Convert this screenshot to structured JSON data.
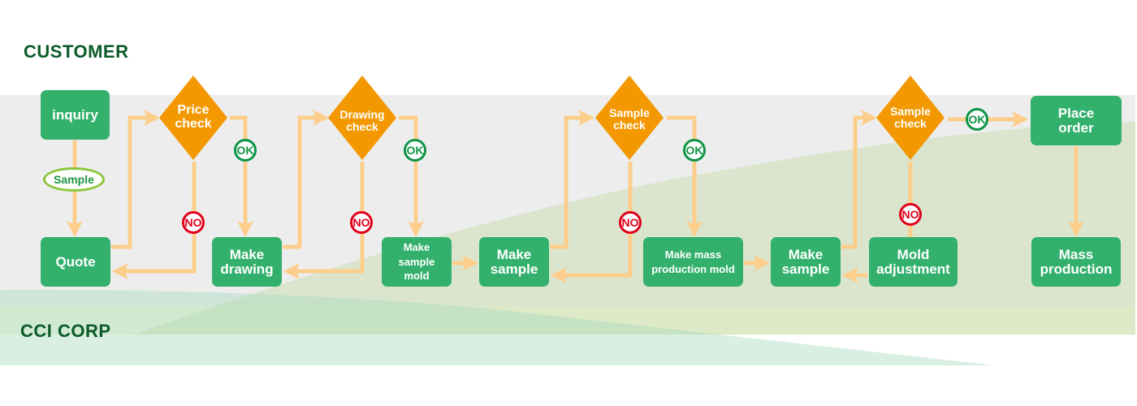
{
  "lanes": {
    "customer": "CUSTOMER",
    "supplier": "CCI CORP"
  },
  "colors": {
    "process_node": "#33b16c",
    "decision_node": "#f39800",
    "connector": "#fdce8b",
    "ok_badge": "#0e9447",
    "no_badge": "#e0001b",
    "lane_label": "#0b5a28",
    "customer_band": "#ededed",
    "tag_outline": "#8cc63e"
  },
  "nodes": {
    "inquiry": "inquiry",
    "quote": "Quote",
    "price_check": "Price\ncheck",
    "make_drawing": "Make\ndrawing",
    "drawing_check": "Drawing\ncheck",
    "make_sample_mold": "Make\nsample\nmold",
    "make_sample_1": "Make\nsample",
    "sample_check_1": "Sample\ncheck",
    "make_mass_production_mold": "Make mass\nproduction mold",
    "make_sample_2": "Make\nsample",
    "sample_check_2": "Sample\ncheck",
    "mold_adjustment": "Mold\nadjustment",
    "place_order": "Place\norder",
    "mass_production": "Mass\nproduction"
  },
  "tags": {
    "sample": "Sample"
  },
  "badges": {
    "ok": "OK",
    "no": "NO"
  }
}
